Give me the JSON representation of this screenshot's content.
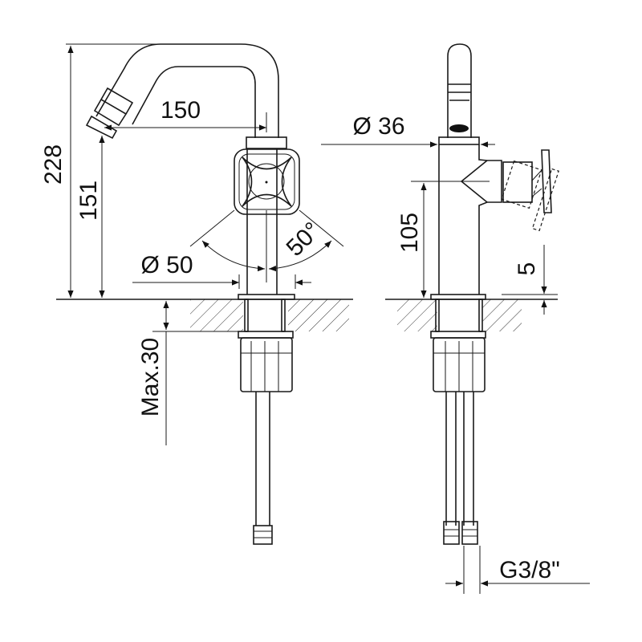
{
  "drawing": {
    "front_view": {
      "overall_height": "228",
      "spout_height": "151",
      "spout_reach": "150",
      "handle_diameter": "Ø 50",
      "handle_rotation": "50°",
      "max_deck_thickness": "Max.30"
    },
    "side_view": {
      "body_diameter": "Ø 36",
      "handle_height": "105",
      "base_thickness": "5",
      "connection_thread": "G3/8\""
    }
  }
}
